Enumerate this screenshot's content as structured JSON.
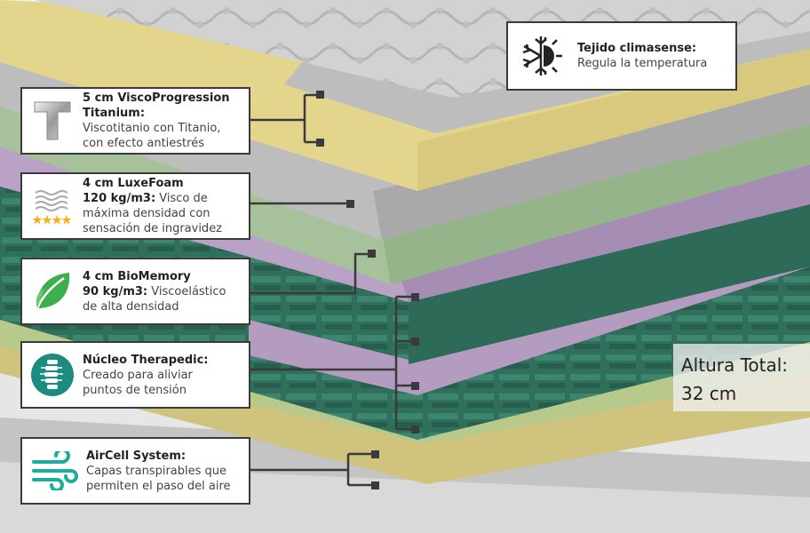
{
  "colors": {
    "quilted_top": "#cfcfcf",
    "yellow_layer": "#e3d48a",
    "grey_layer": "#b5b5b5",
    "sage_layer": "#a9c49c",
    "lavender_layer": "#b8a0c4",
    "teal_layer": "#2f6f5c",
    "card_border": "#3a3a3a",
    "leaf_green": "#3fae4e",
    "teal_icon": "#1b8c7f"
  },
  "climate": {
    "icon": "snowflake-sun-icon",
    "title": "Tejido climasense:",
    "desc": "Regula la temperatura"
  },
  "titanium": {
    "icon": "titanium-t-icon",
    "title_line1": "5 cm ViscoProgression",
    "title_line2": "Titanium:",
    "desc_line1": "Viscotitanio con Titanio,",
    "desc_line2": "con efecto antiestrés"
  },
  "luxefoam": {
    "icon": "foam-stars-icon",
    "title": "4 cm LuxeFoam",
    "stat": "120 kg/m3:",
    "desc_line1": " Visco de",
    "desc_line2": "máxima densidad con",
    "desc_line3": "sensación de ingravidez"
  },
  "biomemory": {
    "icon": "leaf-icon",
    "title": "4 cm BioMemory",
    "stat": "90 kg/m3:",
    "desc_line1": " Viscoelástico",
    "desc_line2": "de alta densidad"
  },
  "therapedic": {
    "icon": "spine-icon",
    "title": "Núcleo Therapedic:",
    "desc_line1": "Creado para aliviar",
    "desc_line2": "puntos de tensión"
  },
  "aircell": {
    "icon": "wind-icon",
    "title": "AirCell System:",
    "desc_line1": "Capas transpirables que",
    "desc_line2": "permiten el paso del aire"
  },
  "total": {
    "label": "Altura Total:",
    "value": "32 cm"
  }
}
